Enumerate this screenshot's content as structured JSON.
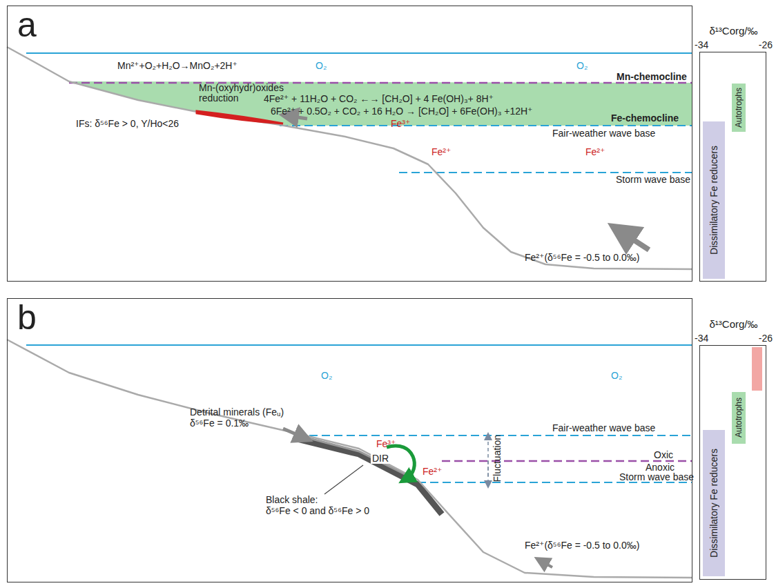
{
  "diagram": {
    "nodes": [
      {
        "text": [
          "a"
        ]
      },
      {
        "text": [
          "δ¹³Corg/‰",
          "-34",
          "-26"
        ]
      },
      {
        "text": [
          "Dissimilatory Fe reducers"
        ],
        "in": 1
      },
      {
        "text": [
          "Autotrophs"
        ],
        "in": 1
      },
      {
        "text": [
          "b"
        ]
      },
      {
        "text": [
          "δ¹³Corg/‰",
          "-34",
          "-26"
        ]
      },
      {
        "text": [
          "Dissimilatory Fe reducers"
        ],
        "in": 5
      },
      {
        "text": [
          "Autotrophs"
        ],
        "in": 5
      }
    ],
    "labels": [
      "Mn²⁺+O₂+H₂O→MnO₂+2H⁺",
      "O₂",
      "O₂",
      "Mn-chemocline",
      "Mn-(oxyhydr)oxides reduction",
      "4Fe²⁺ + 11H₂O + CO₂ ←→ [CH₂O] + 4 Fe(OH)₃+ 8H⁺",
      "6Fe²⁺ + 0.5O₂ + CO₂ + 16 H₂O → [CH₂O] + 6Fe(OH)₃ +12H⁺",
      "IFs: δ⁵⁶Fe > 0, Y/Ho<26",
      "Fe³⁺",
      "Fe-chemocline",
      "Fair-weather wave base",
      "Fe²⁺",
      "Fe²⁺",
      "Storm wave base",
      "Fe²⁺(δ⁵⁶Fe = -0.5 to 0.0‰)",
      "O₂",
      "O₂",
      "Detrital minerals (Feᵤ)",
      "δ⁵⁶Fe = 0.1‰",
      "Fair-weather wave base",
      "Fe³⁺",
      "DIR",
      "Fluctuation",
      "Oxic",
      "Anoxic",
      "Storm wave base",
      "Fe²⁺",
      "Black shale:",
      "δ⁵⁶Fe < 0 and δ⁵⁶Fe > 0",
      "Fe²⁺(δ⁵⁶Fe = -0.5 to 0.0‰)"
    ]
  }
}
